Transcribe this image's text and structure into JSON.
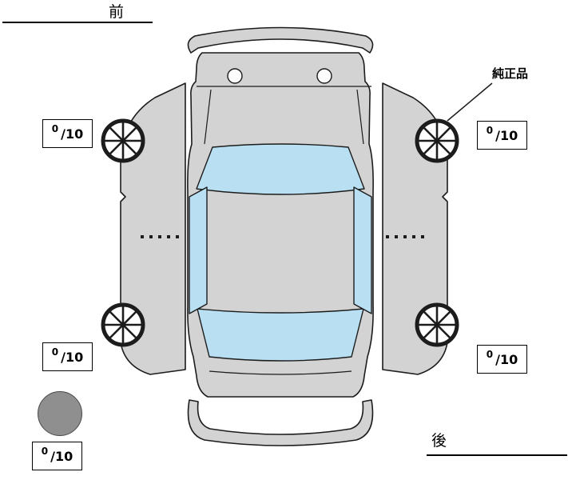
{
  "diagram": {
    "front_label": "前",
    "rear_label": "後",
    "genuine_part_label": "純正品"
  },
  "tread_scores": {
    "front_left": {
      "value": "0",
      "max": "/10"
    },
    "front_right": {
      "value": "0",
      "max": "/10"
    },
    "rear_left": {
      "value": "0",
      "max": "/10"
    },
    "rear_right": {
      "value": "0",
      "max": "/10"
    },
    "spare": {
      "value": "0",
      "max": "/10"
    }
  },
  "colors": {
    "background": "#ffffff",
    "body-color": "#d3d3d3",
    "glass-color": "#b8e0f2",
    "outline-color": "#1c1c1c",
    "wheel-color": "#1c1c1c",
    "spare-color": "#8f8f8f"
  }
}
